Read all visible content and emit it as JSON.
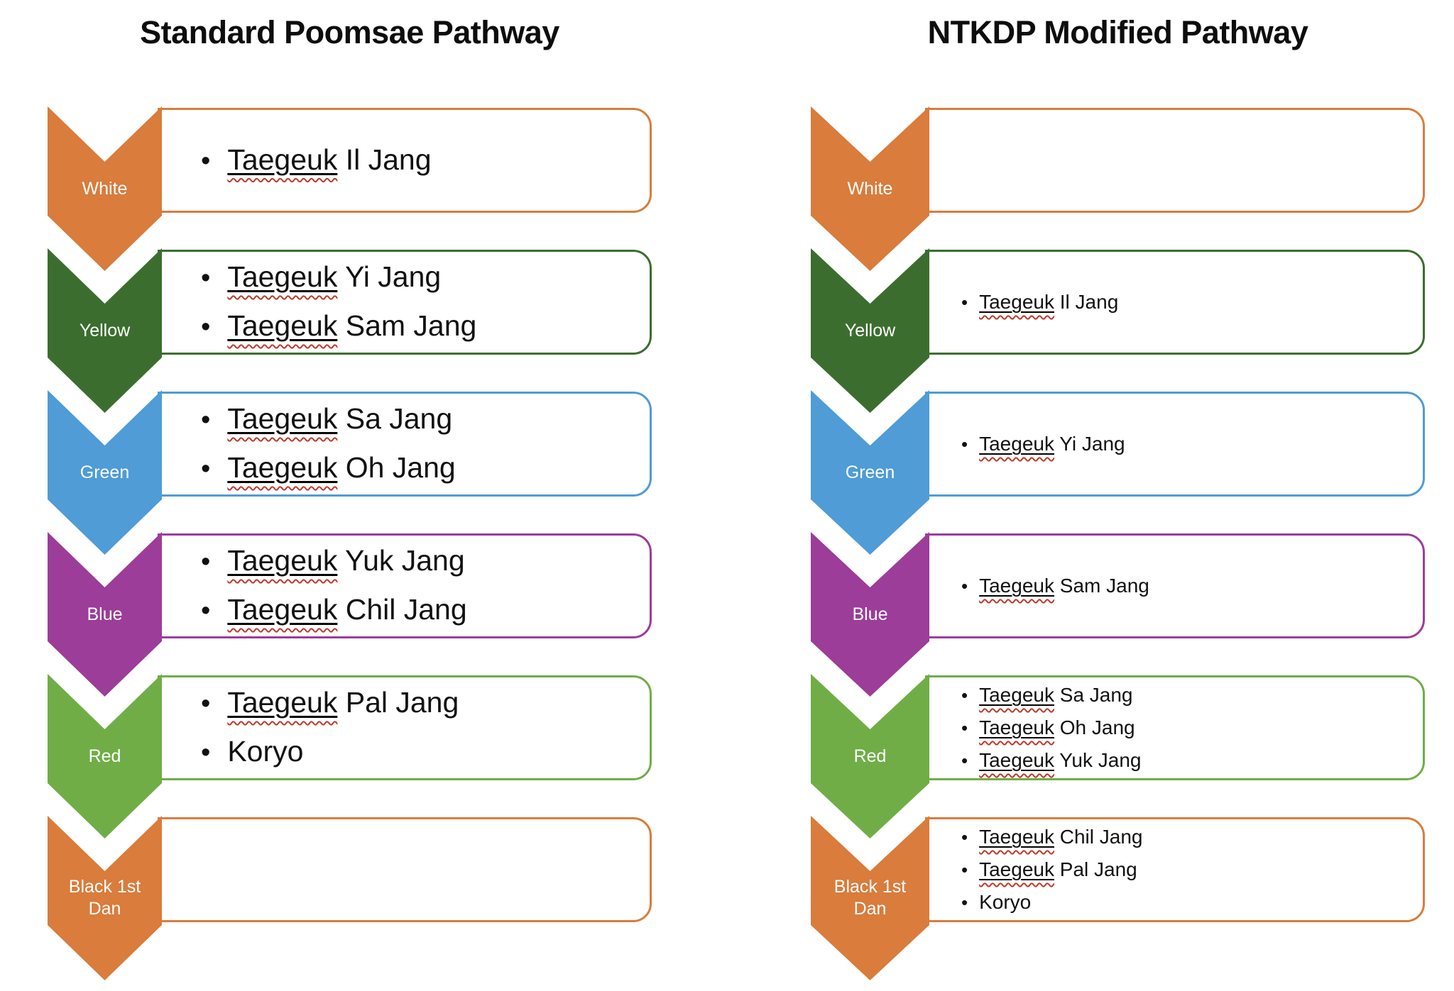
{
  "styles": {
    "background": "#FFFFFF",
    "text_color": "#111111",
    "label_text_color": "#FFFFFF",
    "underline_color": "#000000",
    "squiggle_color": "#C0392B",
    "bullet_glyph": "•"
  },
  "palette": {
    "orange": "#D97C3C",
    "dark_green": "#3B6E2E",
    "blue": "#4F9CD6",
    "purple": "#9C3D99",
    "green": "#70AD47"
  },
  "columns": [
    {
      "id": "standard",
      "title": "Standard Poomsae Pathway",
      "rows": [
        {
          "belt": "White",
          "color": "#D97C3C",
          "items": [
            {
              "u": "Taegeuk",
              "rest": " Il Jang"
            }
          ]
        },
        {
          "belt": "Yellow",
          "color": "#3B6E2E",
          "items": [
            {
              "u": "Taegeuk",
              "rest": " Yi Jang"
            },
            {
              "u": "Taegeuk",
              "rest": " Sam Jang"
            }
          ]
        },
        {
          "belt": "Green",
          "color": "#4F9CD6",
          "items": [
            {
              "u": "Taegeuk",
              "rest": " Sa Jang"
            },
            {
              "u": "Taegeuk",
              "rest": " Oh Jang"
            }
          ]
        },
        {
          "belt": "Blue",
          "color": "#9C3D99",
          "items": [
            {
              "u": "Taegeuk",
              "rest": " Yuk Jang"
            },
            {
              "u": "Taegeuk",
              "rest": " Chil Jang"
            }
          ]
        },
        {
          "belt": "Red",
          "color": "#70AD47",
          "items": [
            {
              "u": "Taegeuk",
              "rest": " Pal Jang"
            },
            {
              "u": "",
              "rest": "Koryo"
            }
          ]
        },
        {
          "belt": "Black 1st Dan",
          "color": "#D97C3C",
          "items": []
        }
      ]
    },
    {
      "id": "ntkdp",
      "title": "NTKDP Modified Pathway",
      "rows": [
        {
          "belt": "White",
          "color": "#D97C3C",
          "items": []
        },
        {
          "belt": "Yellow",
          "color": "#3B6E2E",
          "items": [
            {
              "u": "Taegeuk",
              "rest": " Il Jang"
            }
          ]
        },
        {
          "belt": "Green",
          "color": "#4F9CD6",
          "items": [
            {
              "u": "Taegeuk",
              "rest": " Yi Jang"
            }
          ]
        },
        {
          "belt": "Blue",
          "color": "#9C3D99",
          "items": [
            {
              "u": "Taegeuk",
              "rest": " Sam Jang"
            }
          ]
        },
        {
          "belt": "Red",
          "color": "#70AD47",
          "items": [
            {
              "u": "Taegeuk",
              "rest": " Sa Jang"
            },
            {
              "u": "Taegeuk",
              "rest": " Oh Jang"
            },
            {
              "u": "Taegeuk",
              "rest": " Yuk Jang"
            }
          ]
        },
        {
          "belt": "Black 1st Dan",
          "color": "#D97C3C",
          "items": [
            {
              "u": "Taegeuk",
              "rest": " Chil Jang"
            },
            {
              "u": "Taegeuk",
              "rest": " Pal Jang"
            },
            {
              "u": "",
              "rest": "Koryo"
            }
          ]
        }
      ]
    }
  ]
}
